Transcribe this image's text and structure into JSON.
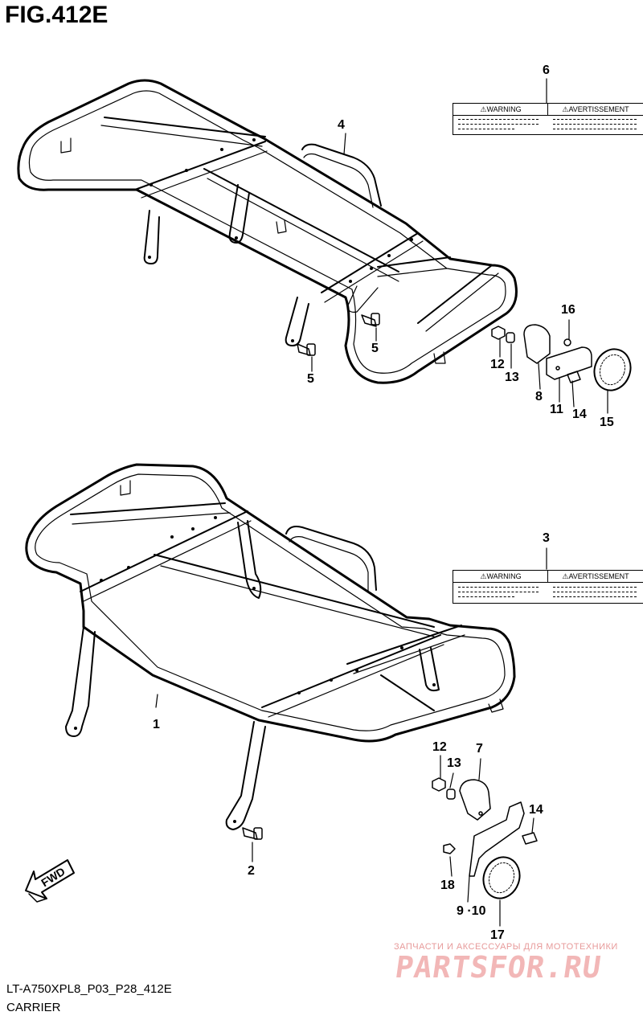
{
  "figure": {
    "title": "FIG.412E"
  },
  "callouts": {
    "c1": "1",
    "c2": "2",
    "c3": "3",
    "c4": "4",
    "c5a": "5",
    "c5b": "5",
    "c6": "6",
    "c7": "7",
    "c8": "8",
    "c9_10": "9 ·10",
    "c11": "11",
    "c12a": "12",
    "c12b": "12",
    "c13a": "13",
    "c13b": "13",
    "c14a": "14",
    "c14b": "14",
    "c15": "15",
    "c16": "16",
    "c17": "17",
    "c18": "18"
  },
  "warning_labels": {
    "left_header": "⚠WARNING",
    "right_header": "⚠AVERTISSEMENT"
  },
  "direction_arrow": {
    "text": "FWD"
  },
  "footer": {
    "model_code": "LT-A750XPL8_P03_P28_412E",
    "section_name": "CARRIER"
  },
  "watermark": {
    "tagline": "ЗАПЧАСТИ И АКСЕССУАРЫ ДЛЯ МОТОТЕХНИКИ",
    "brand": "PARTSFOR.RU"
  }
}
